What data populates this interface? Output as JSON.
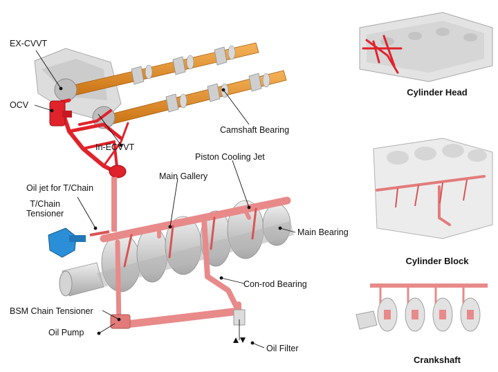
{
  "labels": {
    "ex_cvvt": "EX-CVVT",
    "ocv": "OCV",
    "in_ecvvt": "In-ECVVT",
    "camshaft_bearing": "Camshaft Bearing",
    "piston_cooling_jet": "Piston Cooling Jet",
    "main_gallery": "Main Gallery",
    "oil_jet_tchain": "Oil jet for T/Chain",
    "tchain_tensioner_line1": "T/Chain",
    "tchain_tensioner_line2": "Tensioner",
    "main_bearing": "Main Bearing",
    "conrod_bearing": "Con-rod Bearing",
    "bsm_chain_tensioner": "BSM Chain Tensioner",
    "oil_pump": "Oil Pump",
    "oil_filter": "Oil Filter"
  },
  "captions": {
    "cylinder_head": "Cylinder Head",
    "cylinder_block": "Cylinder Block",
    "crankshaft": "Crankshaft"
  },
  "colors": {
    "oil_line_red": "#e0222b",
    "oil_line_pink": "#e88a8a",
    "camshaft_orange": "#e8891c",
    "tensioner_blue": "#2a8fd6",
    "part_gray": "#c9c9c9"
  }
}
